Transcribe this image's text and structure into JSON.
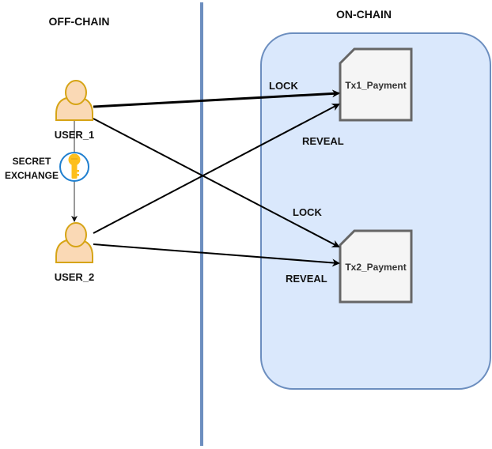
{
  "regions": {
    "off_chain": {
      "title": "OFF-CHAIN"
    },
    "on_chain": {
      "title": "ON-CHAIN"
    }
  },
  "colors": {
    "divider": "#6c8ebf",
    "on_chain_fill": "#dae8fc",
    "on_chain_stroke": "#6c8ebf",
    "user_fill": "#fad9b5",
    "user_stroke": "#d6a415",
    "doc_fill": "#f5f5f5",
    "doc_stroke": "#666666",
    "key_ring": "#1f7fcf",
    "key_fill": "#fdbf1c"
  },
  "users": [
    {
      "id": "user1",
      "label": "USER_1"
    },
    {
      "id": "user2",
      "label": "USER_2"
    }
  ],
  "secret_exchange": {
    "label_line1": "SECRET",
    "label_line2": "EXCHANGE",
    "icon": "key-icon"
  },
  "transactions": [
    {
      "id": "tx1",
      "label": "Tx1_Payment"
    },
    {
      "id": "tx2",
      "label": "Tx2_Payment"
    }
  ],
  "edges": [
    {
      "from": "USER_1",
      "to": "Tx1_Payment",
      "label": "LOCK"
    },
    {
      "from": "USER_2",
      "to": "Tx1_Payment",
      "label": "REVEAL"
    },
    {
      "from": "USER_1",
      "to": "Tx2_Payment",
      "label": "LOCK"
    },
    {
      "from": "USER_2",
      "to": "Tx2_Payment",
      "label": "REVEAL"
    },
    {
      "from": "USER_1",
      "to": "USER_2",
      "label": "SECRET EXCHANGE"
    }
  ]
}
